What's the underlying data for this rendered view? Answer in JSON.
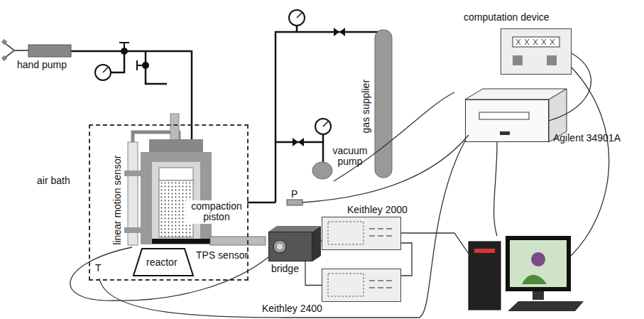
{
  "diagram": {
    "nodes": [
      {
        "text": [
          "computation device"
        ]
      },
      {
        "text": [
          "Agilent 34901A"
        ]
      },
      {
        "text": [
          "air bath"
        ]
      },
      {
        "text": [
          "Keithley 2000"
        ]
      },
      {
        "text": [
          "bridge"
        ]
      },
      {
        "text": [
          "Keithley 2400"
        ]
      }
    ],
    "edges": [
      {
        "from": 4,
        "to": 3,
        "arrow": "none"
      },
      {
        "from": 4,
        "to": 5,
        "arrow": "none"
      },
      {
        "from": 3,
        "to": 5,
        "arrow": "none"
      }
    ],
    "labels": [
      "hand pump",
      "gas supplier",
      "vacuum pump",
      "linear motion sensor",
      "compaction piston",
      "P",
      "TPS sensor",
      "reactor",
      "T"
    ]
  }
}
